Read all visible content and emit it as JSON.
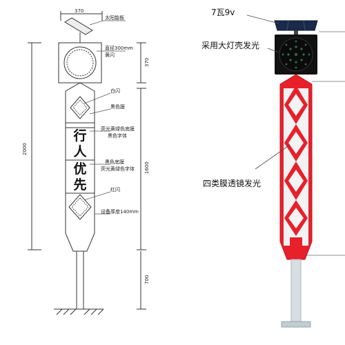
{
  "left_drawing": {
    "top_width": "370",
    "height_total": "2000",
    "height_light": "370",
    "height_sign": "1600",
    "height_base": "700",
    "callouts": {
      "solar_panel": "太阳能板",
      "light_diameter": "直径300mm",
      "light_flash": "黄闪",
      "white_flash": "白闪",
      "black_film": "黑色膜",
      "fluor_film_1": "荧光黄绿色底膜",
      "black_font": "黑色字体",
      "black_film_2": "黑色底膜",
      "fluor_font": "荧光黄绿色字体",
      "red_flash": "红闪",
      "thickness": "设备厚度140mm"
    },
    "sign_text": [
      "行",
      "人",
      "优",
      "先"
    ]
  },
  "right_photo": {
    "label_power": "7瓦9v",
    "label_shell": "采用大灯壳发光",
    "label_film": "四类膜透镜发光"
  }
}
